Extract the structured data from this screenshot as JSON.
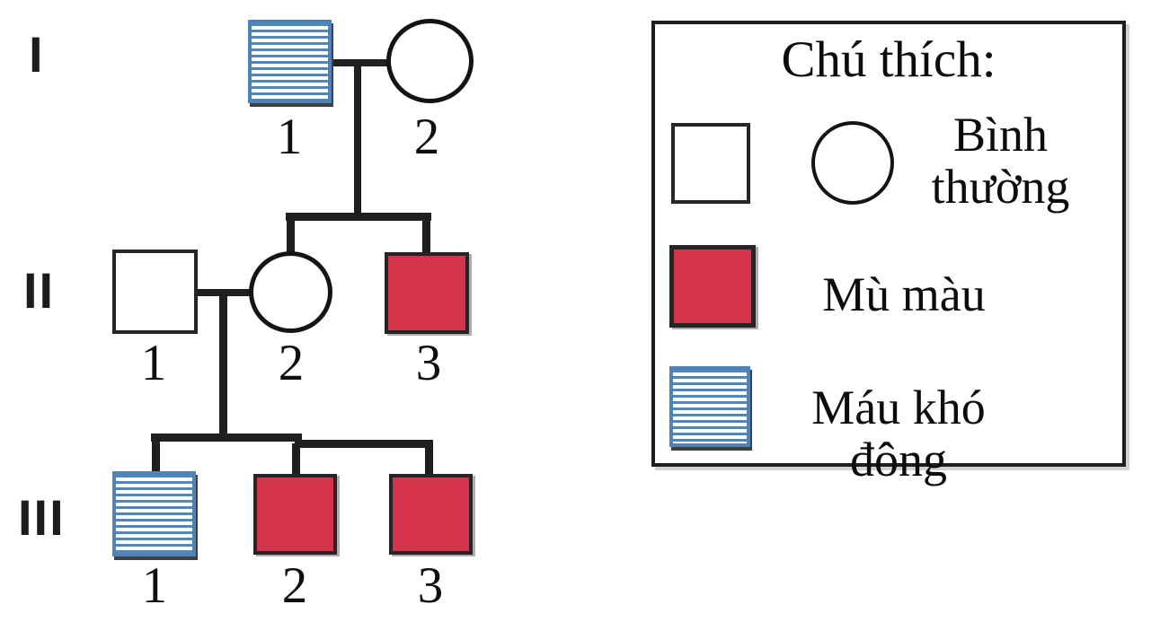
{
  "pedigree": {
    "generations": [
      {
        "label": "I",
        "individuals": [
          {
            "id": "I-1",
            "number": "1",
            "sex": "male",
            "phenotype": "Máu khó đông"
          },
          {
            "id": "I-2",
            "number": "2",
            "sex": "female",
            "phenotype": "Bình thường"
          }
        ]
      },
      {
        "label": "II",
        "individuals": [
          {
            "id": "II-1",
            "number": "1",
            "sex": "male",
            "phenotype": "Bình thường"
          },
          {
            "id": "II-2",
            "number": "2",
            "sex": "female",
            "phenotype": "Bình thường"
          },
          {
            "id": "II-3",
            "number": "3",
            "sex": "male",
            "phenotype": "Mù màu"
          }
        ]
      },
      {
        "label": "III",
        "individuals": [
          {
            "id": "III-1",
            "number": "1",
            "sex": "male",
            "phenotype": "Máu khó đông"
          },
          {
            "id": "III-2",
            "number": "2",
            "sex": "male",
            "phenotype": "Mù màu"
          },
          {
            "id": "III-3",
            "number": "3",
            "sex": "male",
            "phenotype": "Mù màu"
          }
        ]
      }
    ]
  },
  "legend": {
    "title": "Chú thích:",
    "items": [
      {
        "symbols": [
          "empty-square",
          "empty-circle"
        ],
        "label": "Bình thường"
      },
      {
        "symbols": [
          "red-square"
        ],
        "label": "Mù màu"
      },
      {
        "symbols": [
          "hatched-square"
        ],
        "label": "Máu khó đông"
      }
    ]
  },
  "colors": {
    "affected_red": "#d3344b",
    "hatch_blue": "#4e86bd",
    "line_black": "#1f1f1f"
  }
}
